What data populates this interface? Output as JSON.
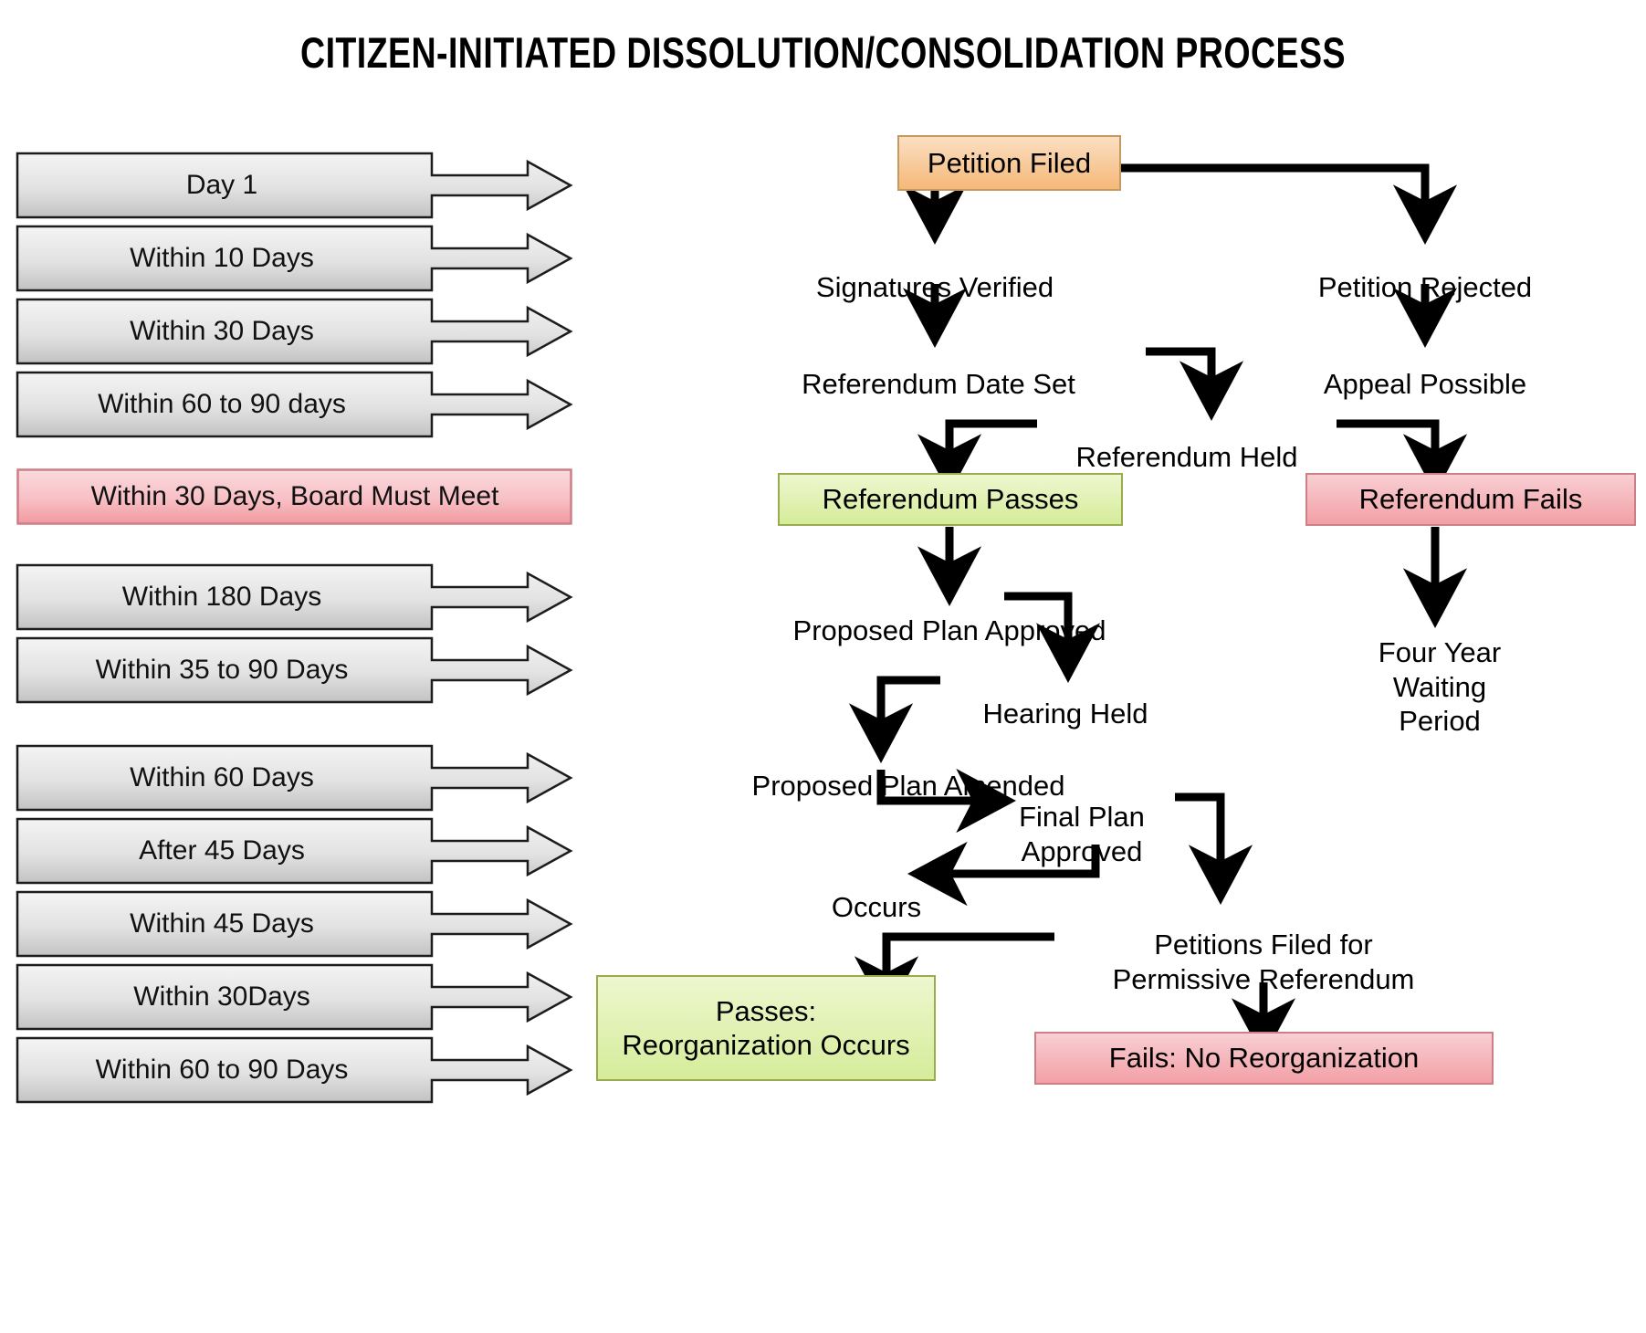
{
  "title": "CITIZEN-INITIATED DISSOLUTION/CONSOLIDATION PROCESS",
  "colors": {
    "orange_fill": "#f5b878",
    "orange_border": "#c49a5e",
    "green_fill": "#d5ec9a",
    "green_border": "#9aaa4e",
    "pink_fill": "#f2a0a6",
    "pink_border": "#cc7f86",
    "gray_fill": "#d0d0d0",
    "line": "#000000"
  },
  "timeline": [
    {
      "label": "Day 1",
      "shape": "arrow-callout",
      "style": "gray"
    },
    {
      "label": "Within 10 Days",
      "shape": "arrow-callout",
      "style": "gray"
    },
    {
      "label": "Within 30 Days",
      "shape": "arrow-callout",
      "style": "gray"
    },
    {
      "label": "Within 60 to 90 days",
      "shape": "arrow-callout",
      "style": "gray"
    },
    {
      "label": "Within 30 Days, Board Must Meet",
      "shape": "rectangle",
      "style": "pink"
    },
    {
      "label": "Within 180 Days",
      "shape": "arrow-callout",
      "style": "gray"
    },
    {
      "label": "Within 35 to 90 Days",
      "shape": "arrow-callout",
      "style": "gray"
    },
    {
      "label": "Within 60 Days",
      "shape": "arrow-callout",
      "style": "gray"
    },
    {
      "label": "After 45 Days",
      "shape": "arrow-callout",
      "style": "gray"
    },
    {
      "label": "Within 45 Days",
      "shape": "arrow-callout",
      "style": "gray"
    },
    {
      "label": "Within 30Days",
      "shape": "arrow-callout",
      "style": "gray"
    },
    {
      "label": "Within 60 to 90 Days",
      "shape": "arrow-callout",
      "style": "gray"
    }
  ],
  "flow": {
    "n0": {
      "label": "Petition Filed",
      "style": "orange"
    },
    "n1": {
      "label": "Signatures Verified",
      "style": "plain"
    },
    "n2": {
      "label": "Petition Rejected",
      "style": "plain"
    },
    "n3": {
      "label": "Referendum Date Set",
      "style": "plain"
    },
    "n4": {
      "label": "Appeal Possible",
      "style": "plain"
    },
    "n5": {
      "label": "Referendum Held",
      "style": "plain"
    },
    "n6": {
      "label": "Referendum Passes",
      "style": "green"
    },
    "n7": {
      "label": "Referendum Fails",
      "style": "pink"
    },
    "n8": {
      "label": "Proposed Plan Approved",
      "style": "plain"
    },
    "n9": {
      "label": "Four Year\nWaiting\nPeriod",
      "style": "plain"
    },
    "n10": {
      "label": "Hearing Held",
      "style": "plain"
    },
    "n11": {
      "label": "Proposed Plan Amended",
      "style": "plain"
    },
    "n12": {
      "label": "Final Plan\nApproved",
      "style": "plain"
    },
    "n13": {
      "label": "Occurs",
      "style": "plain"
    },
    "n14": {
      "label": "Petitions Filed for\nPermissive Referendum",
      "style": "plain"
    },
    "n15": {
      "label": "Passes:\nReorganization Occurs",
      "style": "green"
    },
    "n16": {
      "label": "Fails:  No Reorganization",
      "style": "pink"
    }
  },
  "chart_data": {
    "type": "diagram",
    "title": "CITIZEN-INITIATED DISSOLUTION/CONSOLIDATION PROCESS",
    "nodes": [
      "Petition Filed",
      "Signatures Verified",
      "Petition Rejected",
      "Referendum Date Set",
      "Appeal Possible",
      "Referendum Held",
      "Referendum Passes",
      "Referendum Fails",
      "Proposed Plan Approved",
      "Four Year Waiting Period",
      "Hearing Held",
      "Proposed Plan Amended",
      "Final Plan Approved",
      "Occurs",
      "Petitions Filed for Permissive Referendum",
      "Passes: Reorganization Occurs",
      "Fails:  No Reorganization"
    ],
    "edges": [
      [
        "Petition Filed",
        "Signatures Verified"
      ],
      [
        "Petition Filed",
        "Petition Rejected"
      ],
      [
        "Signatures Verified",
        "Referendum Date Set"
      ],
      [
        "Petition Rejected",
        "Appeal Possible"
      ],
      [
        "Referendum Date Set",
        "Referendum Held"
      ],
      [
        "Referendum Held",
        "Referendum Passes"
      ],
      [
        "Referendum Held",
        "Referendum Fails"
      ],
      [
        "Referendum Passes",
        "Proposed Plan Approved"
      ],
      [
        "Referendum Fails",
        "Four Year Waiting Period"
      ],
      [
        "Proposed Plan Approved",
        "Hearing Held"
      ],
      [
        "Hearing Held",
        "Proposed Plan Amended"
      ],
      [
        "Proposed Plan Amended",
        "Final Plan Approved"
      ],
      [
        "Final Plan Approved",
        "Occurs"
      ],
      [
        "Final Plan Approved",
        "Petitions Filed for Permissive Referendum"
      ],
      [
        "Petitions Filed for Permissive Referendum",
        "Passes: Reorganization Occurs"
      ],
      [
        "Petitions Filed for Permissive Referendum",
        "Fails:  No Reorganization"
      ]
    ],
    "timeline_labels": [
      "Day 1",
      "Within 10 Days",
      "Within 30 Days",
      "Within 60 to 90 days",
      "Within 30 Days, Board Must Meet",
      "Within 180 Days",
      "Within 35 to 90 Days",
      "Within 60 Days",
      "After 45 Days",
      "Within 45 Days",
      "Within 30Days",
      "Within 60 to 90 Days"
    ]
  }
}
